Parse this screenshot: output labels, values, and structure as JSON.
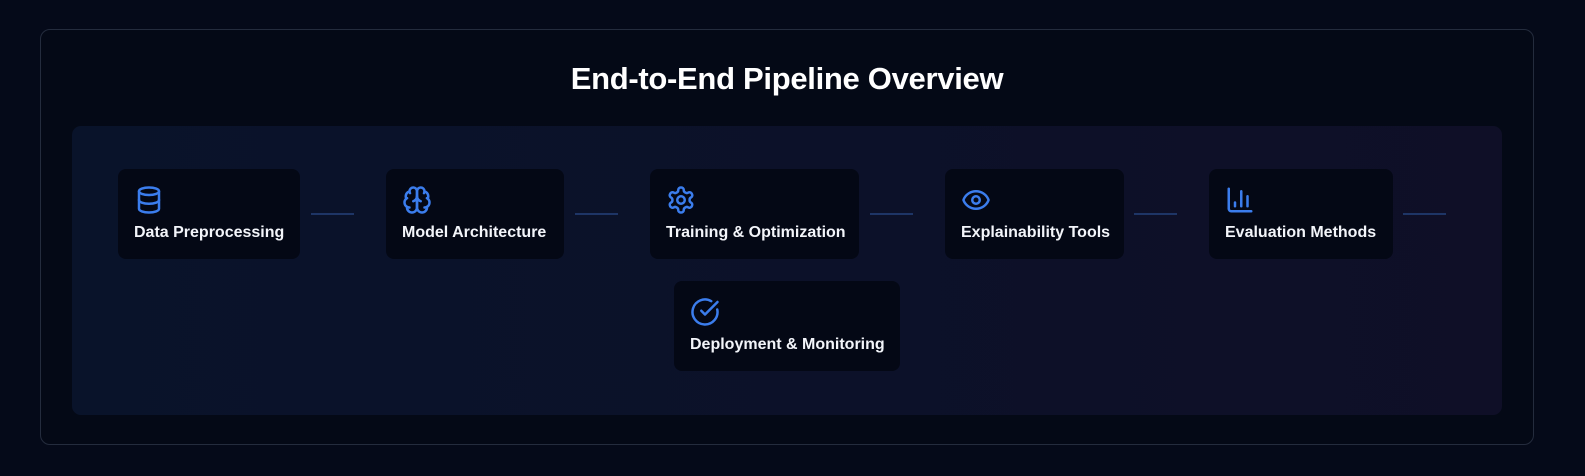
{
  "title": "End-to-End Pipeline Overview",
  "accent_color": "#3b7ded",
  "stages": [
    {
      "label": "Data Preprocessing",
      "icon": "database-icon"
    },
    {
      "label": "Model Architecture",
      "icon": "brain-icon"
    },
    {
      "label": "Training & Optimization",
      "icon": "gear-icon"
    },
    {
      "label": "Explainability Tools",
      "icon": "eye-icon"
    },
    {
      "label": "Evaluation Methods",
      "icon": "bar-chart-icon"
    },
    {
      "label": "Deployment & Monitoring",
      "icon": "check-circle-icon"
    }
  ]
}
